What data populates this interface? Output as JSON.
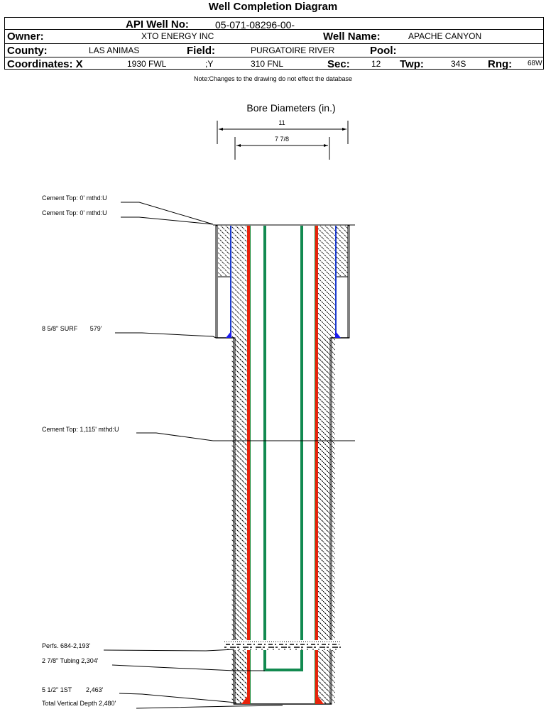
{
  "title": "Well Completion Diagram",
  "header": {
    "api_label": "API Well No:",
    "api_value": "05-071-08296-00-",
    "owner_label": "Owner:",
    "owner_value": "XTO ENERGY INC",
    "well_name_label": "Well Name:",
    "well_name_value": "APACHE CANYON",
    "county_label": "County:",
    "county_value": "LAS ANIMAS",
    "field_label": "Field:",
    "field_value": "PURGATOIRE RIVER",
    "pool_label": "Pool:",
    "pool_value": "",
    "coord_x_label": "Coordinates: X",
    "coord_x_value": "1930 FWL",
    "coord_y_label": ";Y",
    "coord_y_value": "310 FNL",
    "sec_label": "Sec:",
    "sec_value": "12",
    "twp_label": "Twp:",
    "twp_value": "34S",
    "rng_label": "Rng:",
    "rng_value": "68W"
  },
  "note": "Note:Changes to the drawing do not effect the database",
  "diagram": {
    "bore_title": "Bore Diameters (in.)",
    "bore_outer": "11",
    "bore_inner": "7 7/8",
    "colors": {
      "production_casing": "#e8220a",
      "casing_edge": "#1a8a3a",
      "surface_casing": "#1a3ad0",
      "tubing": "#128a50",
      "cement_shoe": "#1a1aee"
    },
    "annotations": [
      {
        "id": "cement-top-1",
        "text": "Cement Top: 0' mthd:U"
      },
      {
        "id": "cement-top-2",
        "text": "Cement Top: 0' mthd:U"
      },
      {
        "id": "surface-casing",
        "text": "8 5/8\" SURF       579'"
      },
      {
        "id": "cement-top-3",
        "text": "Cement Top: 1,115' mthd:U"
      },
      {
        "id": "perfs",
        "text": "Perfs. 684-2,193'"
      },
      {
        "id": "tubing",
        "text": "2 7/8\" Tubing 2,304'"
      },
      {
        "id": "production-casing",
        "text": "5 1/2\" 1ST        2,463'"
      },
      {
        "id": "total-depth",
        "text": "Total Vertical Depth 2,480'"
      }
    ]
  }
}
